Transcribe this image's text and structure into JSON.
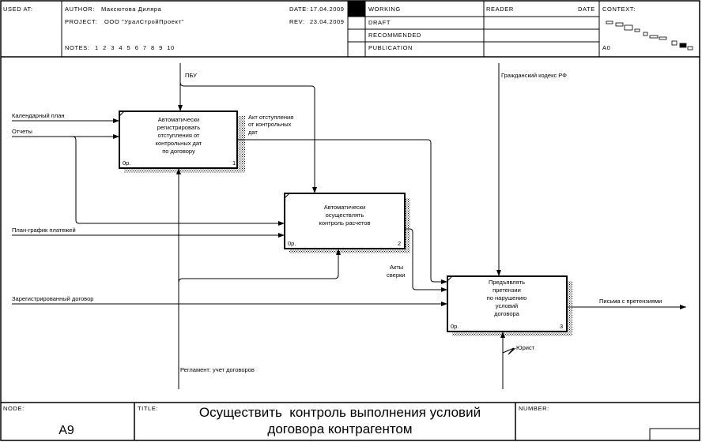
{
  "header": {
    "used_at_label": "USED AT:",
    "author_label": "AUTHOR:",
    "author": "Максютова Диляра",
    "project_label": "PROJECT:",
    "project": "ООО \"УралСтройПроект\"",
    "date_label": "DATE:",
    "date": "17.04.2009",
    "rev_label": "REV:",
    "rev": "23.04.2009",
    "notes_label": "NOTES:",
    "notes": "1  2  3  4  5  6  7  8  9  10",
    "status": [
      "WORKING",
      "DRAFT",
      "RECOMMENDED",
      "PUBLICATION"
    ],
    "reader_label": "READER",
    "reader_date_label": "DATE",
    "context_label": "CONTEXT:",
    "context_node": "A0"
  },
  "diagram": {
    "boxes": [
      {
        "lines": [
          "Автоматически",
          "регистрировать",
          "отступления от",
          "контрольных дат",
          "по договору"
        ],
        "cost": "0р.",
        "number": "1"
      },
      {
        "lines": [
          "Автоматически",
          "осуществлять",
          "контроль расчетов"
        ],
        "cost": "0р.",
        "number": "2"
      },
      {
        "lines": [
          "Предъявлять",
          "претензии",
          "по нарушению",
          "условий",
          "договора"
        ],
        "cost": "0р.",
        "number": "3"
      }
    ],
    "arrows": {
      "calendar_plan": "Календарный план",
      "reports": "Отчеты",
      "payment_schedule": "План-график платежей",
      "registered_contract": "Зарегистрированный договор",
      "pbu": "ПБУ",
      "deviation_act": [
        "Акт отступления",
        "от контрольных",
        "дат"
      ],
      "reconciliation_acts": [
        "Акты",
        "сверки"
      ],
      "civil_code": "Гражданский кодекс РФ",
      "claim_letters": "Письма с претензиями",
      "regulation": "Регламент: учет договоров",
      "lawyer": "Юрист"
    }
  },
  "footer": {
    "node_label": "NODE:",
    "node": "A9",
    "title_label": "TITLE:",
    "title_lines": [
      "Осуществить  контроль выполнения условий",
      "договора контрагентом"
    ],
    "number_label": "NUMBER:"
  }
}
